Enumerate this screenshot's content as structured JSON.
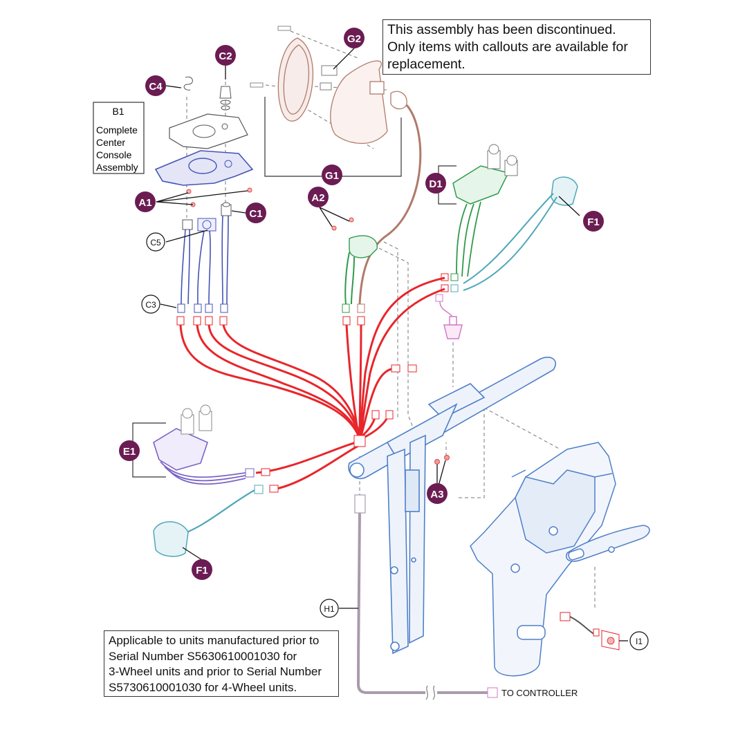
{
  "notes": {
    "top": [
      "This assembly has been discontinued.",
      "Only items with callouts are available for",
      "replacement."
    ],
    "bottom": [
      "Applicable to units manufactured prior to",
      "Serial Number S5630610001030 for",
      "3-Wheel units and prior to Serial Number",
      "S5730610001030 for 4-Wheel units."
    ]
  },
  "b1_label": [
    "B1",
    "Complete",
    "Center",
    "Console",
    "Assembly"
  ],
  "callouts_filled": {
    "c2": "C2",
    "c4": "C4",
    "g2": "G2",
    "g1": "G1",
    "a1": "A1",
    "c1": "C1",
    "a2": "A2",
    "d1": "D1",
    "f1_top": "F1",
    "e1": "E1",
    "a3": "A3",
    "f1_bottom": "F1"
  },
  "callouts_outline": {
    "c5": "C5",
    "c3": "C3",
    "h1": "H1",
    "i1": "I1"
  },
  "controller_label": "TO CONTROLLER",
  "colors": {
    "callout_fill": "#6b1c52",
    "harness_red": "#e8262b",
    "blue_part": "#4f7fc8",
    "purple_part": "#7b63c4",
    "green_part": "#2e9a4b",
    "teal_part": "#4fa7b8",
    "brown_part": "#b07a6a",
    "pink_part": "#d27bc4",
    "cable_gray": "#a99aad"
  }
}
